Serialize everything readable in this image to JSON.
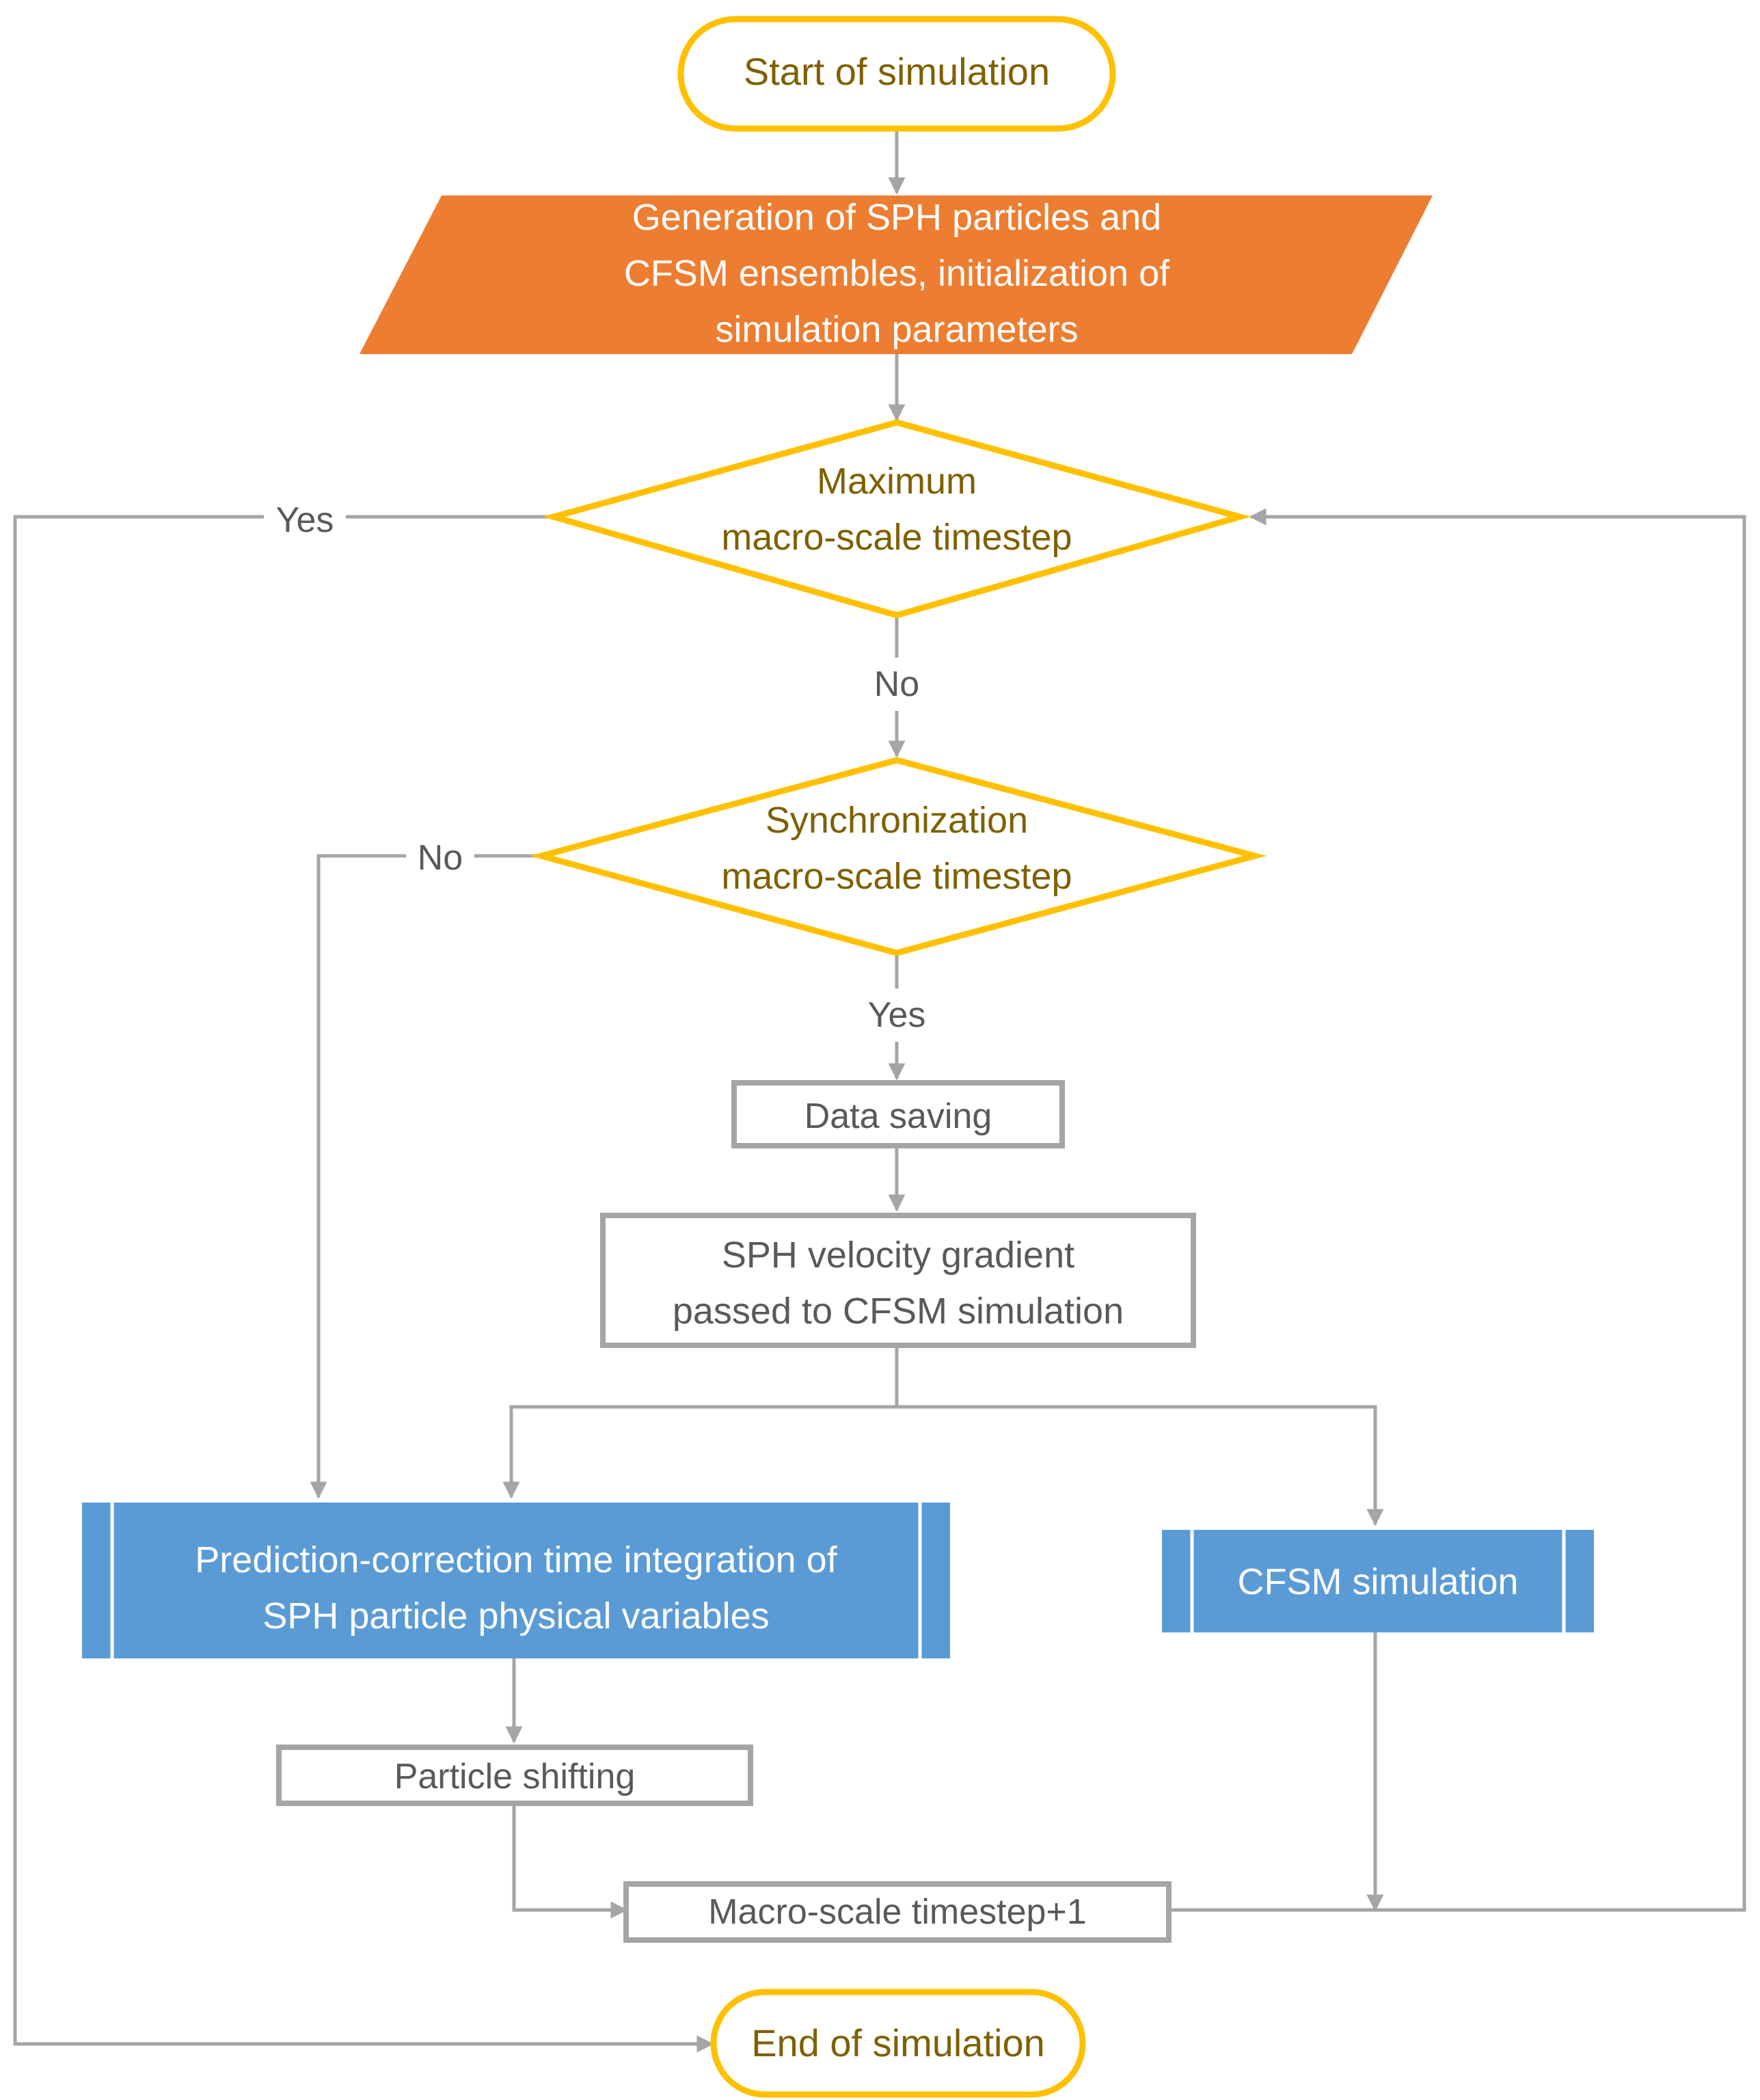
{
  "nodes": {
    "start": "Start of simulation",
    "generation": [
      "Generation of SPH particles and",
      "CFSM ensembles, initialization of",
      "simulation parameters"
    ],
    "max_timestep": [
      "Maximum",
      "macro-scale timestep"
    ],
    "sync_timestep": [
      "Synchronization",
      "macro-scale timestep"
    ],
    "data_saving": "Data saving",
    "velocity_gradient": [
      "SPH velocity gradient",
      "passed to CFSM simulation"
    ],
    "prediction_correction": [
      "Prediction-correction time integration of",
      "SPH particle physical variables"
    ],
    "cfsm_simulation": "CFSM simulation",
    "particle_shifting": "Particle shifting",
    "timestep_increment": "Macro-scale timestep+1",
    "end": "End of simulation"
  },
  "edges": {
    "max_yes": "Yes",
    "max_no": "No",
    "sync_no": "No",
    "sync_yes": "Yes"
  },
  "colors": {
    "terminal_stroke": "#FFC000",
    "terminal_text": "#7F6000",
    "io_fill": "#ED7D31",
    "process_fill": "#5B9BD5",
    "box_stroke": "#A5A5A5",
    "box_text": "#595959",
    "connector": "#A5A5A5",
    "node_text_light": "#FFFFFF"
  }
}
